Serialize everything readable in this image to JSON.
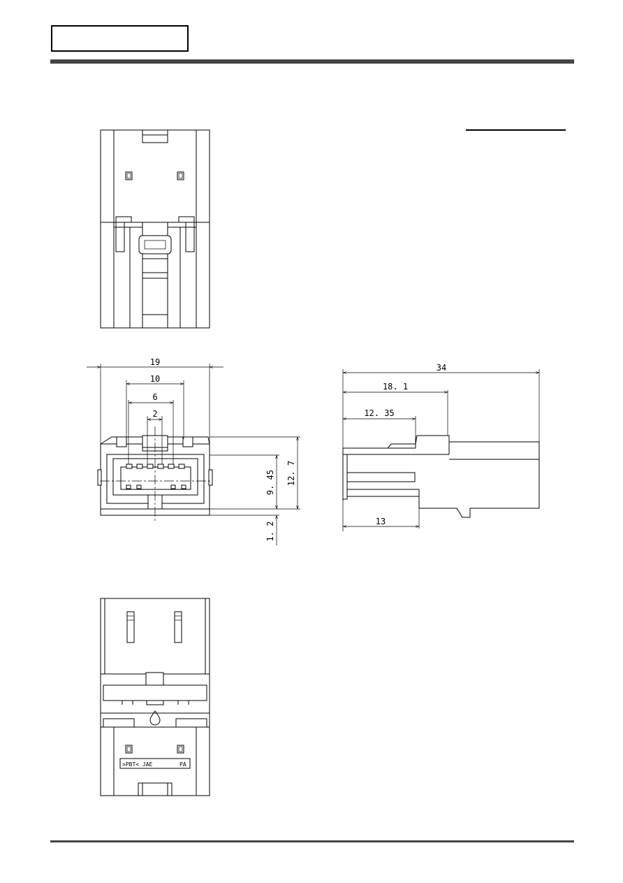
{
  "header": {
    "title_box_text": ""
  },
  "dimensions": {
    "front_width": "19",
    "front_span_outer": "10",
    "front_span_mid": "6",
    "front_pitch": "2",
    "front_height_mid": "9. 45",
    "front_height_total": "12. 7",
    "front_offset": "1. 2",
    "side_length_total": "34",
    "side_length_a": "18. 1",
    "side_length_b": "12. 35",
    "side_length_c": "13"
  },
  "bottom_view": {
    "marking_left": ">PBT< JAE",
    "marking_right": "PA"
  }
}
